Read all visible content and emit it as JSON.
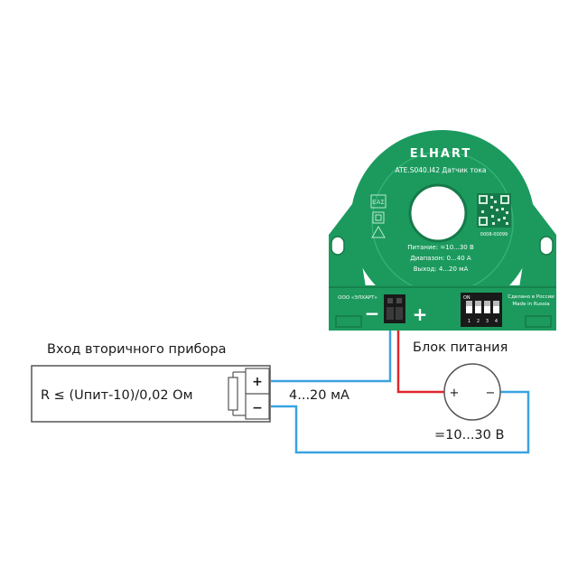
{
  "device": {
    "brand": "ELHART",
    "model": "ATE.S040.I42 Датчик тока",
    "specs": [
      "Питание: =10...30 В",
      "Диапазон: 0...40 А",
      "Выход: 4...20 мА"
    ],
    "manufacturer": "ООО «ЭЛХАРТ»",
    "made_in": [
      "Сделано в России",
      "Made in Russia"
    ],
    "dip_switch": {
      "on_label": "ON",
      "numbers": [
        "1",
        "2",
        "3",
        "4"
      ]
    },
    "qr_caption": "0008-00099",
    "minus_sign": "−",
    "plus_sign": "+"
  },
  "secondary": {
    "title": "Вход вторичного прибора",
    "formula": "R ≤ (Uпит-10)/0,02 Ом",
    "plus": "+",
    "minus": "−"
  },
  "output_signal": "4...20 мА",
  "power_supply": {
    "title": "Блок питания",
    "plus": "+",
    "minus": "−",
    "voltage": "=10...30 В"
  },
  "colors": {
    "device_green": "#1c9a5e",
    "device_dark": "#157a49",
    "wire_blue": "#3aa3e0",
    "wire_red": "#e0262d"
  }
}
